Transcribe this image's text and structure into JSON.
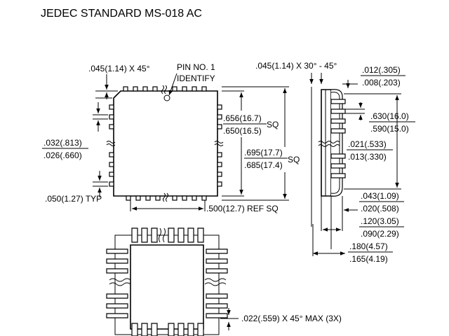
{
  "header": {
    "title": "JEDEC STANDARD MS-018 AC"
  },
  "top_view": {
    "chamfer": ".045(1.14) X 45°",
    "pin1_line1": "PIN NO. 1",
    "pin1_line2": "IDENTIFY",
    "body_max": ".656(16.7)",
    "body_min": ".650(16.5)",
    "body_suffix": "SQ",
    "overall_max": ".695(17.7)",
    "overall_min": ".685(17.4)",
    "overall_suffix": "SQ",
    "lead_width_max": ".032(.813)",
    "lead_width_min": ".026(.660)",
    "pitch": ".050(1.27) TYP",
    "ref_sq": ".500(12.7) REF SQ"
  },
  "side_view": {
    "chamfer": ".045(1.14) X 30° - 45°",
    "lead_thk_max": ".012(.305)",
    "lead_thk_min": ".008(.203)",
    "span_max": ".630(16.0)",
    "span_min": ".590(15.0)",
    "tip_max": ".021(.533)",
    "tip_min": ".013(.330)",
    "standoff_max": ".043(1.09)",
    "standoff_min": ".020(.508)",
    "seat_max": ".120(3.05)",
    "seat_min": ".090(2.29)",
    "height_max": ".180(4.57)",
    "height_min": ".165(4.19)"
  },
  "bottom_view": {
    "corner": ".022(.559) X 45° MAX (3X)"
  }
}
